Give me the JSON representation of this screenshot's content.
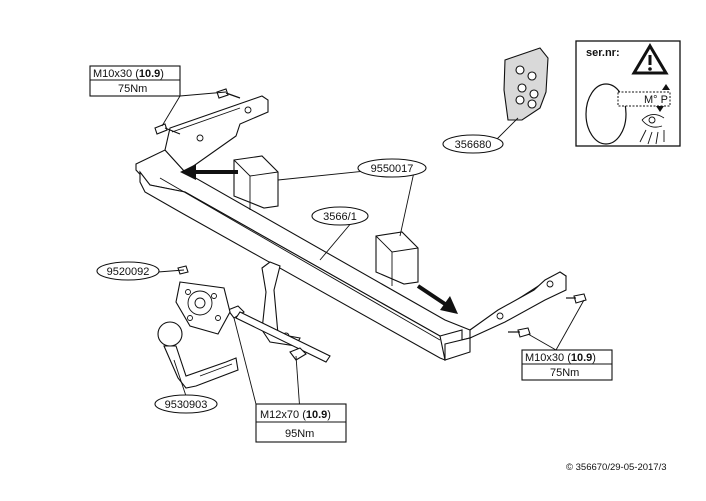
{
  "labels": {
    "bolt_top": "M10x30 (",
    "bolt_top_grade": "10.9",
    "bolt_top_close": ")",
    "bolt_top_torque": "75Nm",
    "bolt_right": "M10x30 (",
    "bolt_right_grade": "10.9",
    "bolt_right_close": ")",
    "bolt_right_torque": "75Nm",
    "bolt_bottom": "M12x70 (",
    "bolt_bottom_grade": "10.9",
    "bolt_bottom_close": ")",
    "bolt_bottom_torque": "95Nm"
  },
  "parts": {
    "kit_id": "9550017",
    "crossbar": "3566/1",
    "flange_plate": "9520092",
    "towball": "9530903",
    "detail_part": "356680"
  },
  "serial_box": {
    "title": "ser.nr:",
    "plate_text": "M° P"
  },
  "copyright": "© 356670/29-05-2017/3"
}
